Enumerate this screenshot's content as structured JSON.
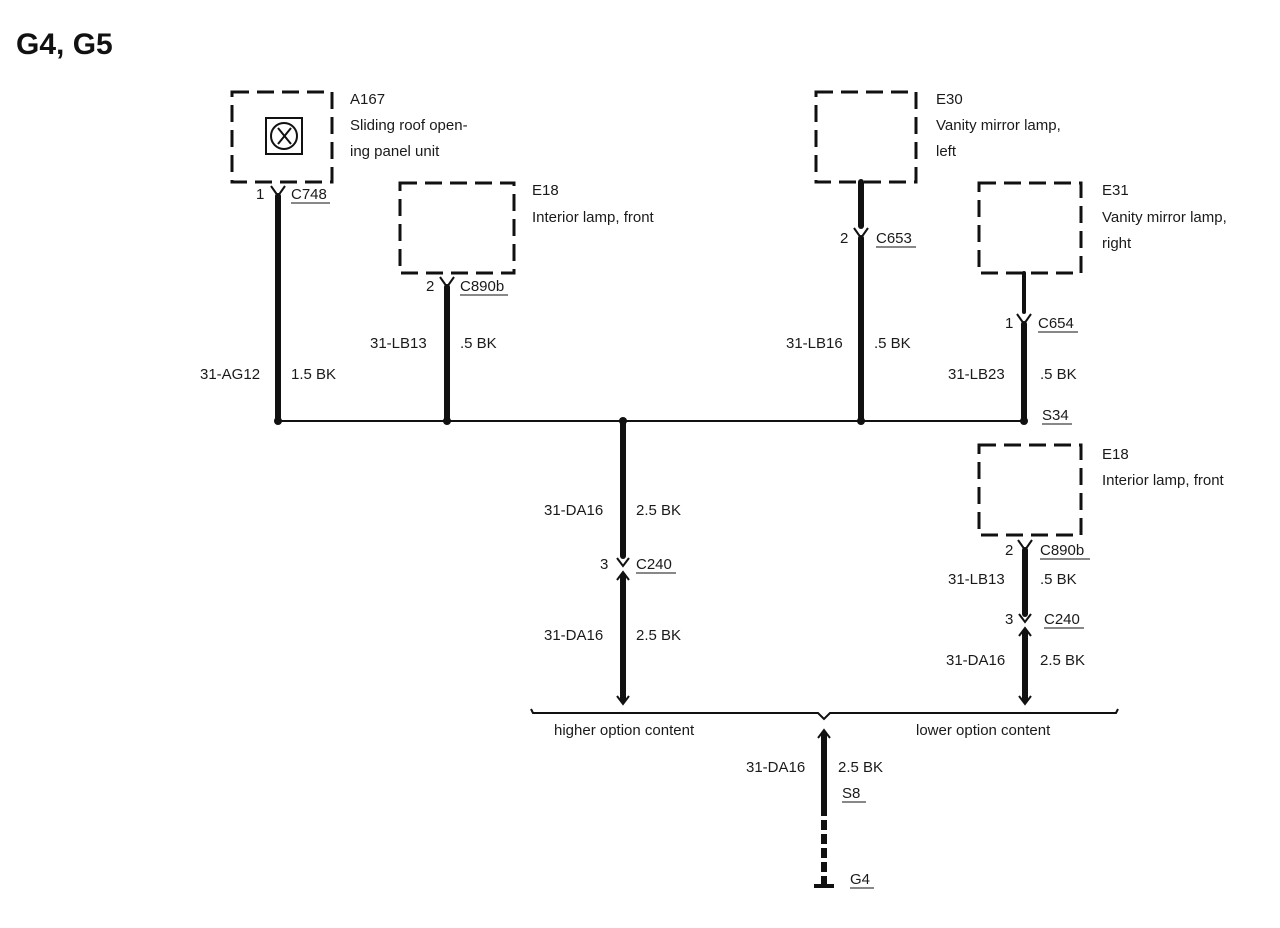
{
  "title": "G4, G5",
  "components": {
    "a167": {
      "id": "A167",
      "line1": "Sliding roof open-",
      "line2": "ing panel unit"
    },
    "e18a": {
      "id": "E18",
      "line1": "Interior lamp, front"
    },
    "e30": {
      "id": "E30",
      "line1": "Vanity mirror lamp,",
      "line2": "left"
    },
    "e31": {
      "id": "E31",
      "line1": "Vanity mirror lamp,",
      "line2": "right"
    },
    "e18b": {
      "id": "E18",
      "line1": "Interior lamp, front"
    }
  },
  "connectors": {
    "c748": {
      "pin": "1",
      "name": "C748"
    },
    "c890b_a": {
      "pin": "2",
      "name": "C890b"
    },
    "c653": {
      "pin": "2",
      "name": "C653"
    },
    "c654": {
      "pin": "1",
      "name": "C654"
    },
    "c240_a": {
      "pin": "3",
      "name": "C240"
    },
    "c890b_b": {
      "pin": "2",
      "name": "C890b"
    },
    "c240_b": {
      "pin": "3",
      "name": "C240"
    }
  },
  "wires": {
    "ag12": {
      "circuit": "31-AG12",
      "spec": "1.5 BK"
    },
    "lb13a": {
      "circuit": "31-LB13",
      "spec": ".5 BK"
    },
    "lb16": {
      "circuit": "31-LB16",
      "spec": ".5 BK"
    },
    "lb23": {
      "circuit": "31-LB23",
      "spec": ".5 BK"
    },
    "da16a": {
      "circuit": "31-DA16",
      "spec": "2.5 BK"
    },
    "da16b": {
      "circuit": "31-DA16",
      "spec": "2.5 BK"
    },
    "lb13b": {
      "circuit": "31-LB13",
      "spec": ".5 BK"
    },
    "da16c": {
      "circuit": "31-DA16",
      "spec": "2.5 BK"
    },
    "da16d": {
      "circuit": "31-DA16",
      "spec": "2.5 BK"
    }
  },
  "splices": {
    "s34": "S34",
    "s8": "S8"
  },
  "ground": "G4",
  "options": {
    "higher": "higher option content",
    "lower": "lower option content"
  }
}
